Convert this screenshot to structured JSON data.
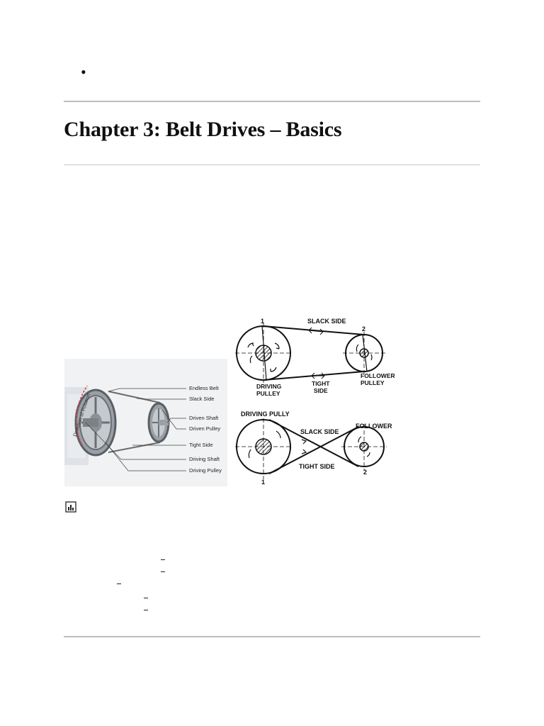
{
  "page": {
    "bullet": "•",
    "title": "Chapter 3: Belt Drives – Basics"
  },
  "figure_left": {
    "rotation_label": "Direction of Rotation",
    "labels": [
      "Endless Belt",
      "Slack Side",
      "Driven Shaft",
      "Driven Pulley",
      "Tight Side",
      "Driving Shaft",
      "Driving Pulley"
    ]
  },
  "figure_open": {
    "point_1": "1",
    "point_2": "2",
    "slack": "SLACK SIDE",
    "driving_1": "DRIVING",
    "driving_2": "PULLEY",
    "tight_1": "TIGHT",
    "tight_2": "SIDE",
    "follower_1": "FOLLOWER",
    "follower_2": "PULLEY"
  },
  "figure_crossed": {
    "driving": "DRIVING PULLY",
    "follower": "FOLLOWER",
    "slack": "SLACK SIDE",
    "tight": "TIGHT SIDE",
    "point_1": "1",
    "point_2": "2"
  },
  "icons": {
    "chart": "bar-chart-icon"
  }
}
